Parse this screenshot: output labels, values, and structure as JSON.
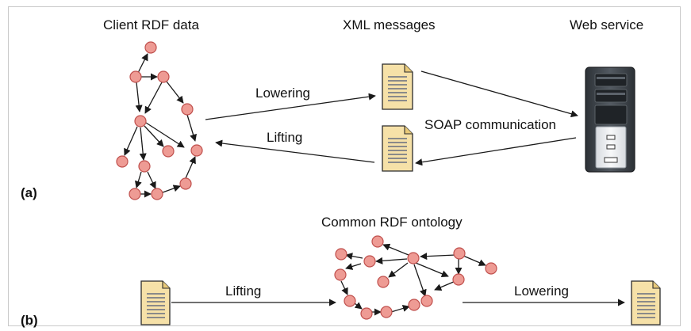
{
  "panel_a": {
    "label": "(a)",
    "headings": {
      "client_data": "Client RDF data",
      "xml_messages": "XML messages",
      "web_service": "Web service"
    },
    "arrows": {
      "lowering": "Lowering",
      "lifting": "Lifting",
      "soap": "SOAP communication"
    }
  },
  "panel_b": {
    "label": "(b)",
    "heading": "Common RDF ontology",
    "arrows": {
      "lifting": "Lifting",
      "lowering": "Lowering"
    }
  },
  "colors": {
    "node_fill": "#ee9b94",
    "node_stroke": "#c0504d",
    "document_fill": "#f6e1a8",
    "document_stroke": "#2b2b2b",
    "server_body": "#3d4248",
    "server_panel": "#eef0f2"
  },
  "icons": {
    "document": "xml-document-icon",
    "server": "web-service-server-icon"
  }
}
